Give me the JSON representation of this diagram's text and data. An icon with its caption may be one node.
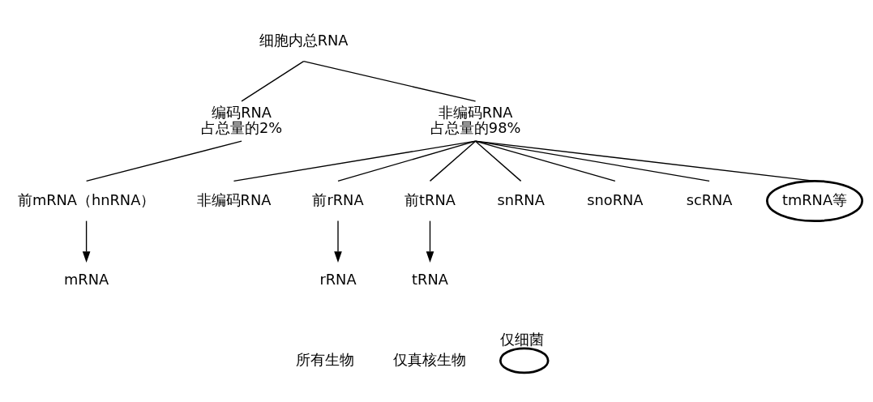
{
  "diagram": {
    "nodes": [
      {
        "text": [
          "细胞内总RNA"
        ]
      },
      {
        "text": [
          "编码RNA",
          "占总量的2%"
        ]
      },
      {
        "text": [
          "非编码RNA",
          "占总量的98%"
        ]
      },
      {
        "text": [
          "前mRNA（hnRNA）"
        ]
      },
      {
        "text": [
          "mRNA"
        ]
      },
      {
        "text": [
          "非编码RNA"
        ]
      },
      {
        "text": [
          "前rRNA"
        ]
      },
      {
        "text": [
          "前tRNA"
        ]
      },
      {
        "text": [
          "snRNA"
        ]
      },
      {
        "text": [
          "snoRNA"
        ]
      },
      {
        "text": [
          "scRNA"
        ]
      },
      {
        "text": [
          "tmRNA等"
        ]
      },
      {
        "text": [
          "rRNA"
        ]
      },
      {
        "text": [
          "tRNA"
        ]
      }
    ],
    "edges": [
      {
        "from": 0,
        "to": 1,
        "arrow": "none"
      },
      {
        "from": 0,
        "to": 2,
        "arrow": "none"
      },
      {
        "from": 1,
        "to": 3,
        "arrow": "none"
      },
      {
        "from": 3,
        "to": 4,
        "arrow": "to"
      },
      {
        "from": 2,
        "to": 5,
        "arrow": "none"
      },
      {
        "from": 2,
        "to": 6,
        "arrow": "none"
      },
      {
        "from": 2,
        "to": 7,
        "arrow": "none"
      },
      {
        "from": 2,
        "to": 8,
        "arrow": "none"
      },
      {
        "from": 2,
        "to": 9,
        "arrow": "none"
      },
      {
        "from": 2,
        "to": 10,
        "arrow": "none"
      },
      {
        "from": 2,
        "to": 11,
        "arrow": "none"
      },
      {
        "from": 6,
        "to": 12,
        "arrow": "to"
      },
      {
        "from": 7,
        "to": 13,
        "arrow": "to"
      }
    ],
    "legend": [
      {
        "text": "所有生物"
      },
      {
        "text": "仅真核生物"
      },
      {
        "text": "仅细菌"
      }
    ]
  }
}
